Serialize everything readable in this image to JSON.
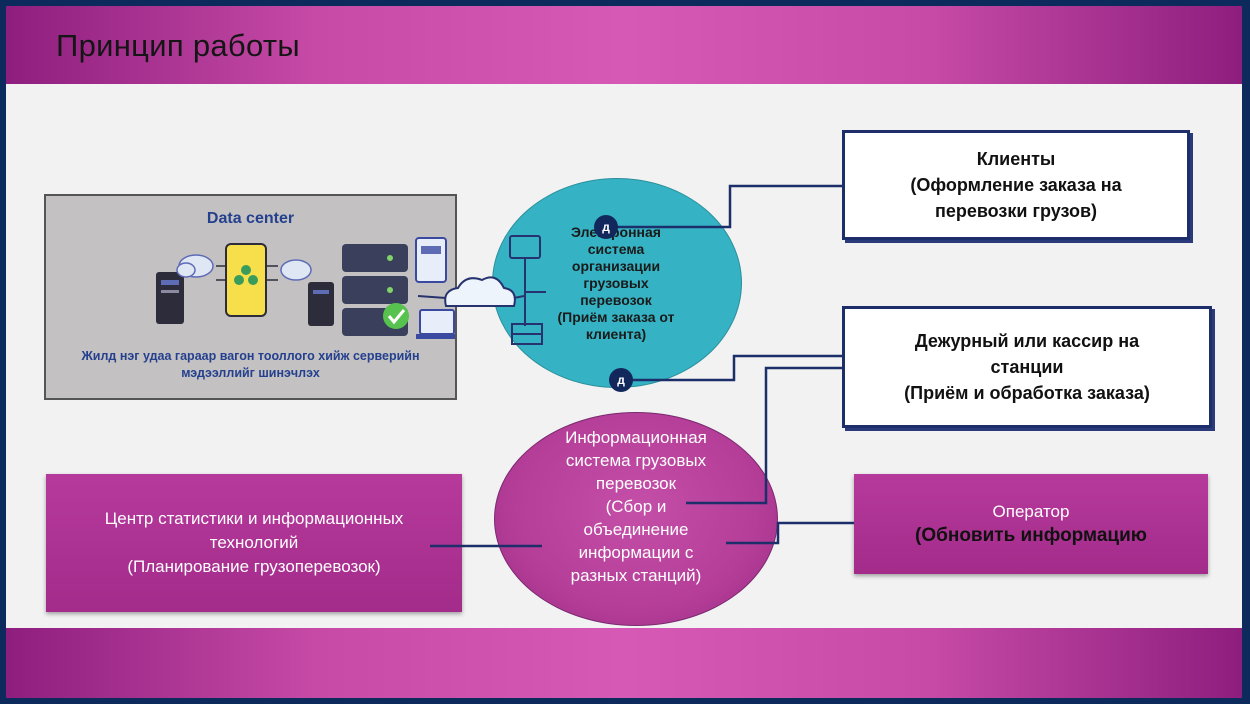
{
  "header": {
    "title": "Принцип работы"
  },
  "data_center": {
    "title": "Data center",
    "caption": "Жилд нэг удаа гараар вагон тооллого хийж серверийн мэдээллийг шинэчлэх"
  },
  "electronic_system": {
    "lines": [
      "Электронная",
      "система",
      "организации",
      "грузовых",
      "перевозок",
      "(Приём заказа от",
      "клиента)"
    ]
  },
  "info_system": {
    "lines": [
      "Информационная",
      "система грузовых",
      "перевозок",
      "(Сбор и",
      "объединение",
      "информации с",
      "разных станций)"
    ]
  },
  "clients_box": {
    "lines": [
      "Клиенты",
      "(Оформление заказа на",
      "перевозки грузов)"
    ]
  },
  "cashier_box": {
    "lines": [
      "Дежурный или кассир на",
      "станции",
      "(Приём и обработка заказа)"
    ]
  },
  "stats_box": {
    "lines": [
      "Центр статистики и информационных",
      "технологий",
      "(Планирование грузоперевозок)"
    ]
  },
  "operator_box": {
    "line1": "Оператор",
    "line2": "(Обновить информацию"
  },
  "badges": {
    "top": "д",
    "bottom": "д"
  },
  "colors": {
    "band": "#c64aa6",
    "connector": "#1d2f6b",
    "teal_circle": "#35b3c4",
    "magenta_circle": "#b53e98",
    "pink_box": "#a32b8a",
    "frame": "#0c2a5c"
  }
}
